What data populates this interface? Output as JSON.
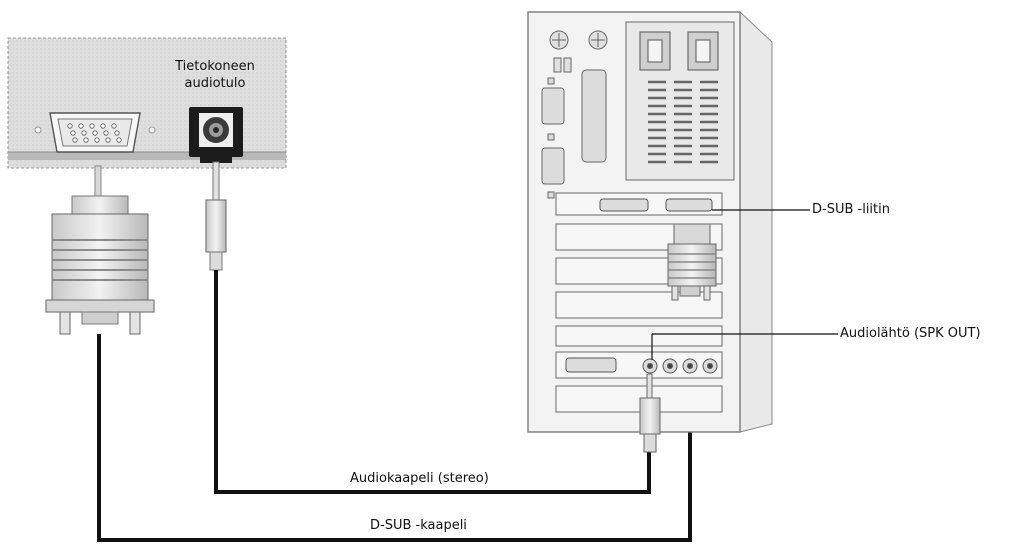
{
  "labels": {
    "monitor_audio_input_line1": "Tietokoneen",
    "monitor_audio_input_line2": "audiotulo",
    "dsub_connector": "D-SUB -liitin",
    "audio_output": "Audiolähtö (SPK OUT)",
    "audio_cable": "Audiokaapeli (stereo)",
    "dsub_cable": "D-SUB -kaapeli"
  }
}
